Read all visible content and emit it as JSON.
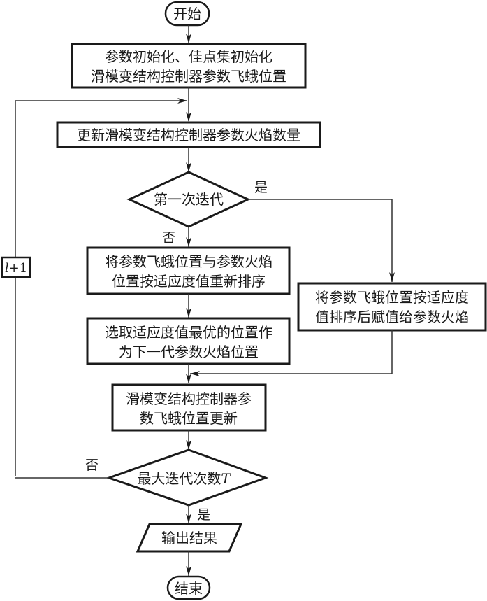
{
  "diagram": {
    "type": "flowchart",
    "nodes": {
      "start": {
        "label": "开始"
      },
      "init": {
        "lines": [
          "参数初始化、佳点集初始化",
          "滑模变结构控制器参数飞蛾位置"
        ]
      },
      "update_flames": {
        "label": "更新滑模变结构控制器参数火焰数量"
      },
      "first_iter": {
        "label": "第一次迭代"
      },
      "sort_both": {
        "lines": [
          "将参数飞蛾位置与参数火焰",
          "位置按适应度值重新排序"
        ]
      },
      "select_best": {
        "lines": [
          "选取适应度值最优的位置作",
          "为下一代参数火焰位置"
        ]
      },
      "sort_assign": {
        "lines": [
          "将参数飞蛾位置按适应度",
          "值排序后赋值给参数火焰"
        ]
      },
      "update_moths": {
        "lines": [
          "滑模变结构控制器参",
          "数飞蛾位置更新"
        ]
      },
      "max_iter": {
        "label": "最大迭代次数",
        "var": "T"
      },
      "output": {
        "label": "输出结果"
      },
      "end": {
        "label": "结束"
      },
      "increment": {
        "var": "l",
        "suffix": "+1"
      }
    },
    "edge_labels": {
      "first_yes": "是",
      "first_no": "否",
      "max_no": "否",
      "max_yes": "是"
    }
  }
}
